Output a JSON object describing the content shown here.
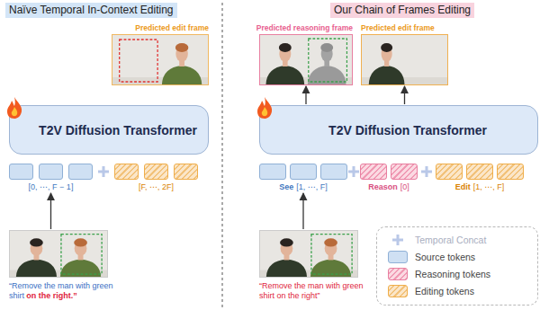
{
  "diagram": {
    "nodes": [
      {
        "text": [
          "Predicted edit frame"
        ]
      },
      {
        "text": [
          "T2V Diffusion Transformer"
        ]
      },
      {
        "text": [
          "[0, ⋯, F − 1]"
        ]
      },
      {
        "text": [
          "[F, ⋯, 2F]"
        ]
      },
      {
        "text": [
          "“Remove the man with green shirt",
          "on the right.”"
        ]
      },
      {
        "text": [
          "Predicted reasoning frame"
        ]
      },
      {
        "text": [
          "Predicted edit frame"
        ]
      },
      {
        "text": [
          "T2V Diffusion Transformer"
        ]
      },
      {
        "text": [
          "See",
          "[1, ⋯, F]"
        ]
      },
      {
        "text": [
          "Reason",
          "[0]"
        ]
      },
      {
        "text": [
          "Edit",
          "[1, ⋯, F]"
        ]
      },
      {
        "text": [
          "“Remove the man with green shirt on the right”"
        ]
      }
    ],
    "edges": [
      {
        "from": 4,
        "to": 2,
        "arrow": "to"
      },
      {
        "from": 11,
        "to": 8,
        "arrow": "to"
      },
      {
        "from": 7,
        "to": 5,
        "arrow": "to"
      },
      {
        "from": 7,
        "to": 6,
        "arrow": "to"
      }
    ],
    "labels": [
      "Naïve Temporal In-Context Editing",
      "Our Chain of Frames Editing"
    ],
    "legend": [
      {
        "text": "Temporal Concat"
      },
      {
        "text": "Source tokens",
        "color": "#cfe0f3"
      },
      {
        "text": "Reasoning tokens",
        "color": "#fbd9e2"
      },
      {
        "text": "Editing tokens",
        "color": "#fbe6c8"
      }
    ]
  }
}
